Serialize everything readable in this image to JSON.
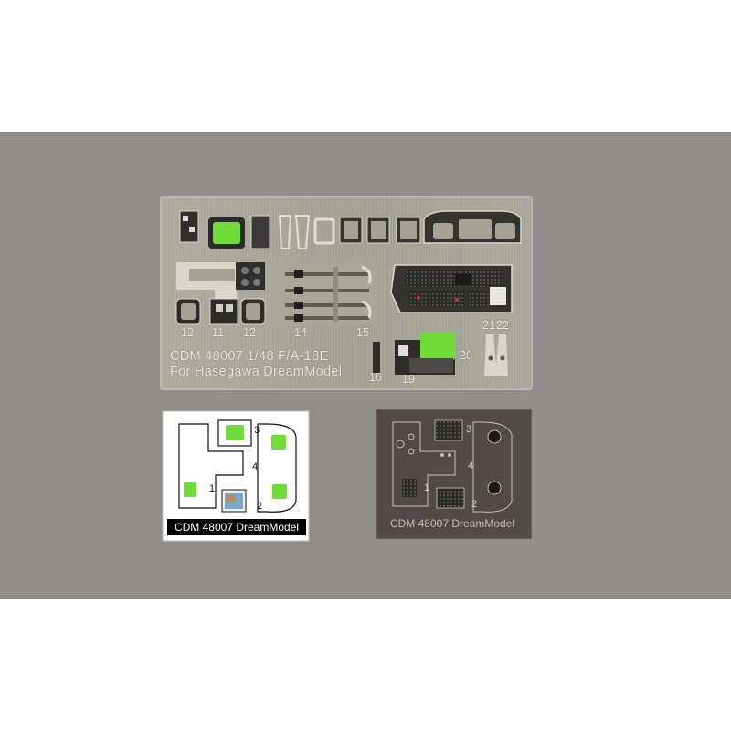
{
  "colors": {
    "outer_background": "#ffffff",
    "grey_backdrop": "#8f8e8c",
    "fret_metal": "#a3a295",
    "decal_green": "#6fdc3a",
    "decal_paper": "#ffffff",
    "film_tint": "#4a4542"
  },
  "fret": {
    "line1": "CDM 48007   1/48 F/A-18E",
    "line2": "For Hasegawa  DreamModel",
    "part_numbers": {
      "n12a": "12",
      "n11": "11",
      "n12b": "12",
      "n14": "14",
      "n15": "15",
      "n16": "16",
      "n19": "19",
      "n20": "20",
      "n21": "21",
      "n22": "22"
    }
  },
  "decal_sheet": {
    "footer": "CDM 48007  DreamModel",
    "n1": "1",
    "n2": "2",
    "n3": "3",
    "n4": "4"
  },
  "film_sheet": {
    "footer": "CDM 48007  DreamModel",
    "n1": "1",
    "n2": "2",
    "n3": "3",
    "n4": "4"
  }
}
